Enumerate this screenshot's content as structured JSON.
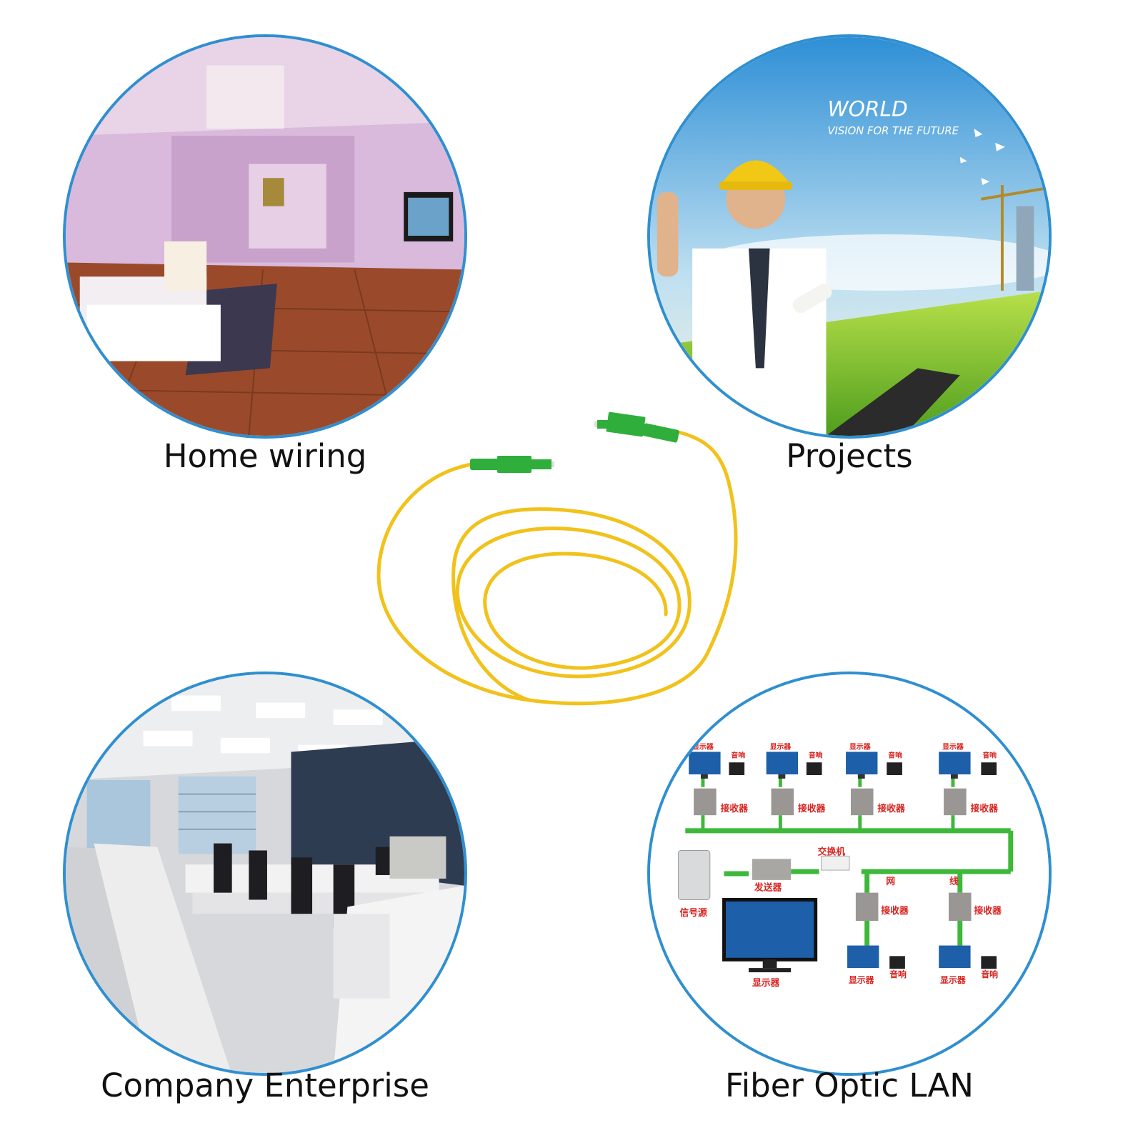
{
  "panels": [
    {
      "caption": "Home wiring"
    },
    {
      "caption": "Projects",
      "poster_title": "WORLD",
      "poster_subtitle": "VISION FOR THE FUTURE"
    },
    {
      "caption": "Company Enterprise"
    },
    {
      "caption": "Fiber Optic LAN",
      "diagram_labels": {
        "display": "显示器",
        "speaker": "音响",
        "receiver": "接收器",
        "switch": "交换机",
        "transmitter": "发送器",
        "signal_source": "信号源",
        "net_a": "网",
        "net_b": "线"
      }
    }
  ],
  "colors": {
    "border": "#2f8fd0",
    "cable": "#f1c21b",
    "connector": "#2fae3c",
    "lan_line": "#3db83a",
    "label_red": "#d7241f"
  }
}
